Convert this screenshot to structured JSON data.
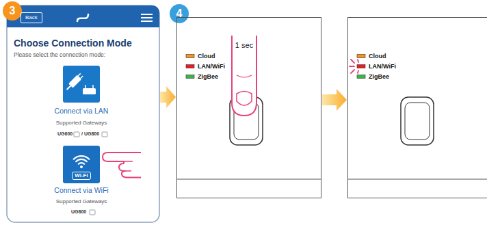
{
  "diagram": {
    "nodes": [
      {
        "text": [
          "3"
        ]
      },
      {
        "text": [
          "Choose Connection Mode",
          "Please select the connection mode:"
        ]
      },
      {
        "text": [
          "Back"
        ],
        "in": 1
      },
      {
        "text": [
          "Wi-Fi"
        ],
        "in": 1
      },
      {
        "text": [
          "4"
        ]
      },
      {
        "text": [
          "Cloud",
          "LAN/WiFi",
          "ZigBee"
        ]
      },
      {
        "text": [
          "Cloud",
          "LAN/WiFi",
          "ZigBee"
        ]
      }
    ],
    "edges": [
      {
        "from": 1,
        "to": 5,
        "arrow": "to"
      },
      {
        "from": 5,
        "to": 6,
        "arrow": "to"
      }
    ],
    "labels": [
      "Connect via LAN",
      "Supported Gateways",
      "UG600",
      "/ UG800",
      "Connect via WiFi",
      "Supported Gateways",
      "UG800",
      "1 sec"
    ]
  }
}
